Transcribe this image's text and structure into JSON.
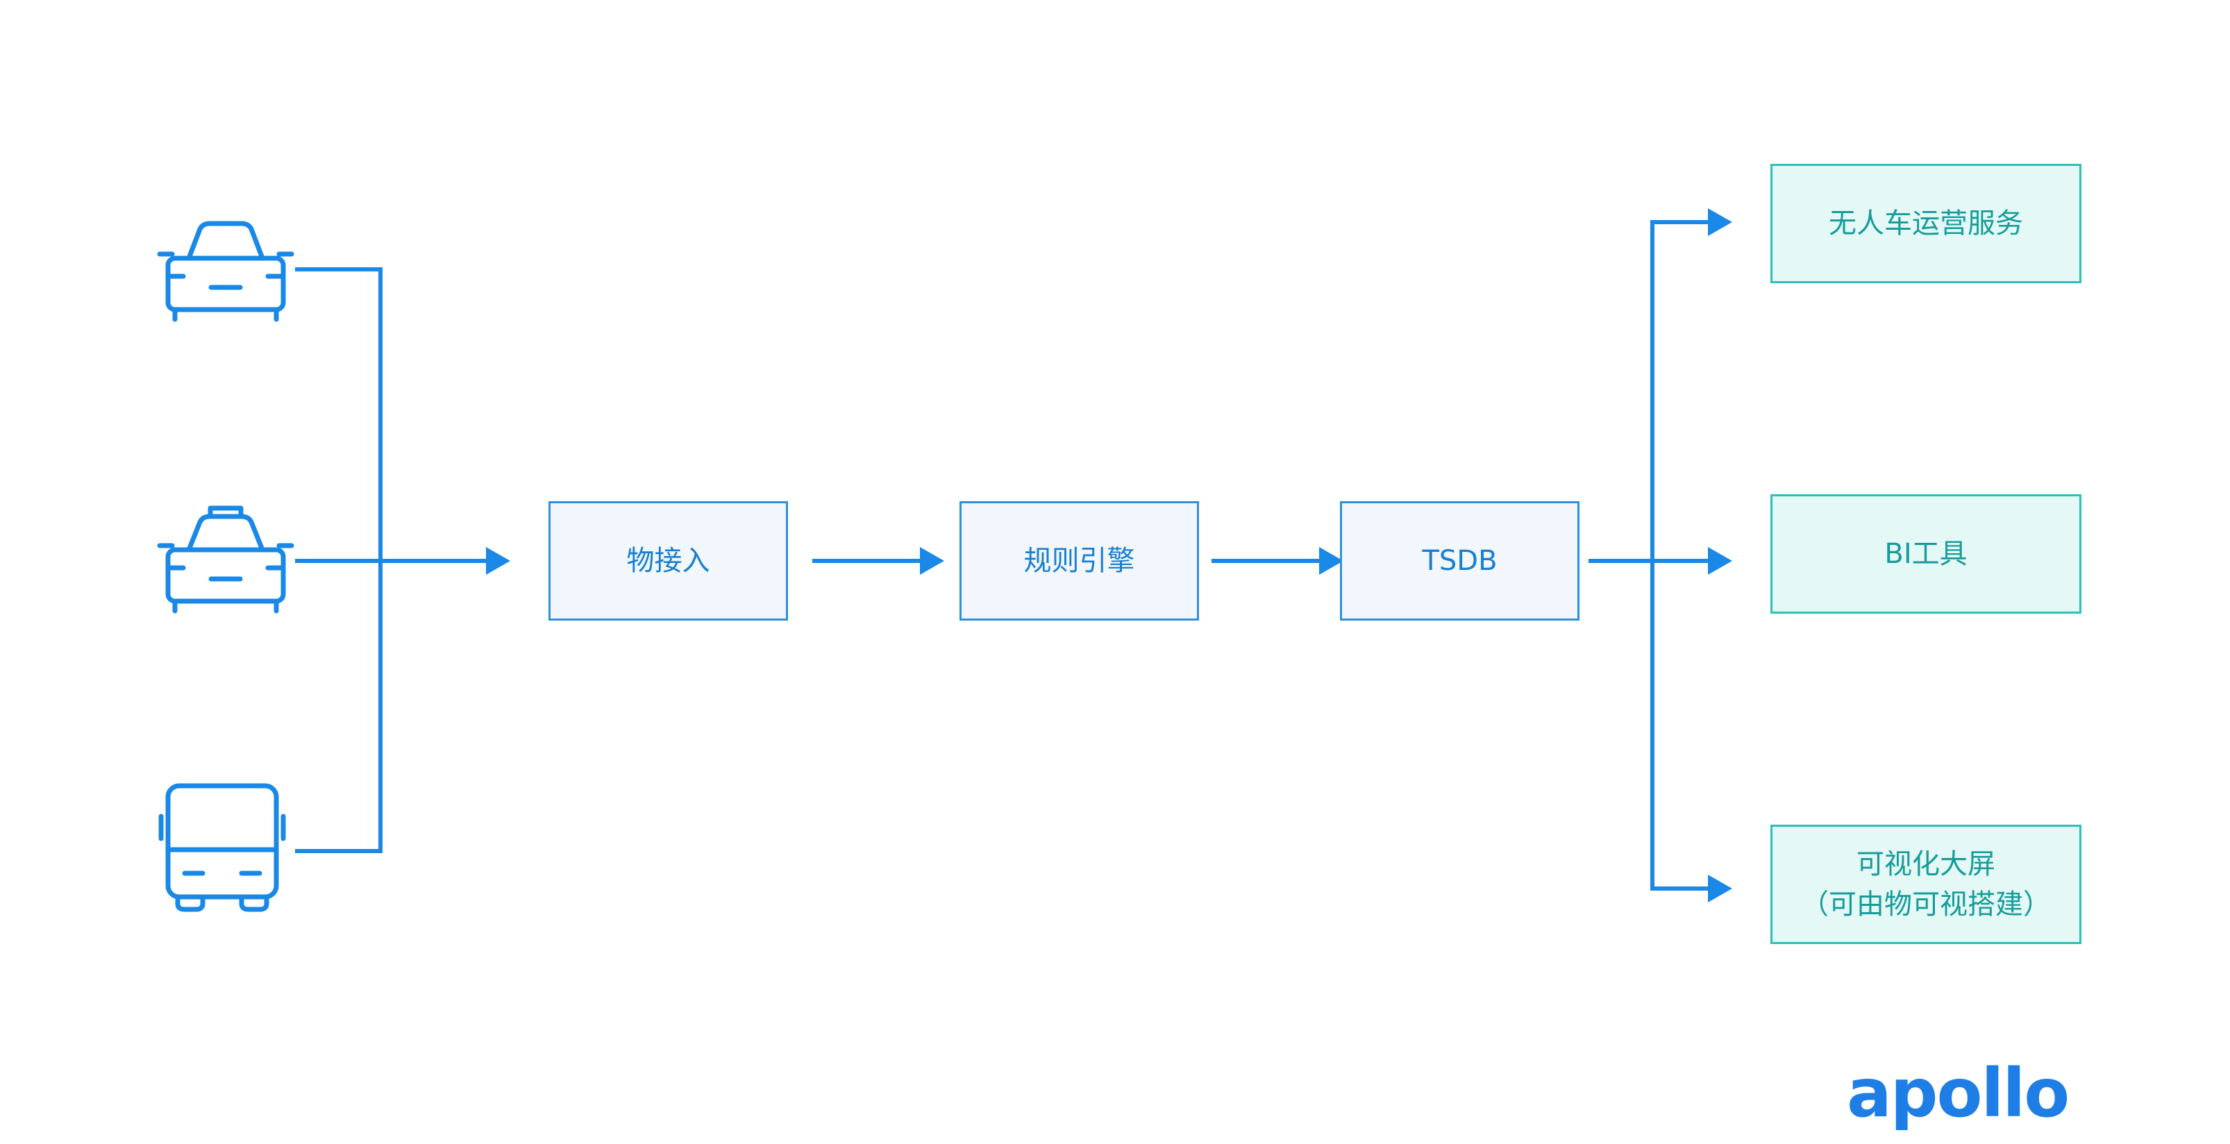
{
  "colors": {
    "flow": "#1a88e6",
    "process_border": "#2f8fdc",
    "process_fill": "#f1f7fd",
    "process_text": "#1a7fd0",
    "output_border": "#2cc0b8",
    "output_fill": "#e4f8f5",
    "output_text": "#179c9a",
    "logo": "#1f7ee6"
  },
  "sources": [
    {
      "icon": "car-icon"
    },
    {
      "icon": "taxi-icon"
    },
    {
      "icon": "bus-icon"
    }
  ],
  "pipeline": [
    {
      "label": "物接入"
    },
    {
      "label": "规则引擎"
    },
    {
      "label": "TSDB"
    }
  ],
  "outputs": [
    {
      "label": "无人车运营服务"
    },
    {
      "label": "BI工具"
    },
    {
      "label": "可视化大屏\n（可由物可视搭建）"
    }
  ],
  "logo": {
    "text": "apollo"
  }
}
